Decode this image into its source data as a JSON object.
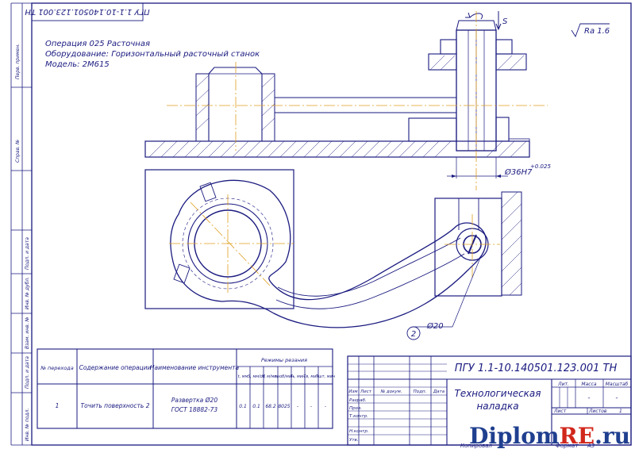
{
  "stamp_top": "ПГУ 1.1-10.140501.123.001 ТН",
  "header": {
    "operation": "Операция 025 Расточная",
    "equipment": "Оборудование: Горизонтальный расточный станок",
    "model": "Модель: 2М615"
  },
  "roughness": "Ra 1.6",
  "feed_symbol": "S",
  "dims": {
    "bore": "Ø36H7",
    "bore_tol": "+0.025",
    "small": "Ø20",
    "surface_no": "2"
  },
  "left_margin": [
    "Перв. примен.",
    "Справ. №",
    "Подп. и дата",
    "Инв. № дубл.",
    "Взам. инв. №",
    "Подп. и дата",
    "Инв. № подл."
  ],
  "table": {
    "headers": [
      "№ перехода",
      "Содержание операции",
      "Наименование инструмента",
      "Режимы резания"
    ],
    "sub_headers": [
      "t, мм",
      "S, мм/об",
      "V, м/мин",
      "n, об/мин",
      "T₀, мин",
      "Tв, мин",
      "Tшт, мин"
    ],
    "row": {
      "num": "1",
      "content": "Точить поверхность 2",
      "tool_line1": "Развертка Ø20",
      "tool_line2": "ГОСТ 18882-73",
      "values": [
        "0.1",
        "0.1",
        "68.2",
        "8025",
        "-",
        "-",
        "-"
      ]
    }
  },
  "title_block": {
    "code": "ПГУ 1.1-10.140501.123.001 ТН",
    "title_line1": "Технологическая",
    "title_line2": "наладка",
    "col_heads": [
      "Изм",
      "Лист",
      "№ докум.",
      "Подп.",
      "Дата"
    ],
    "roles": [
      "Разраб.",
      "Пров.",
      "Т.контр.",
      "Н.контр.",
      "Утв."
    ],
    "lit_heads": [
      "Лит.",
      "Масса",
      "Масштаб"
    ],
    "lit_values": [
      "-",
      "-"
    ],
    "sheet_label": "Лист",
    "sheets_label": "Листов",
    "sheets_value": "1"
  },
  "footer": {
    "copied": "Копировал",
    "format_label": "Формат",
    "format_value": "А3"
  },
  "watermark": {
    "part1": "Diplom",
    "part2": "RE",
    "part3": ".ru"
  }
}
